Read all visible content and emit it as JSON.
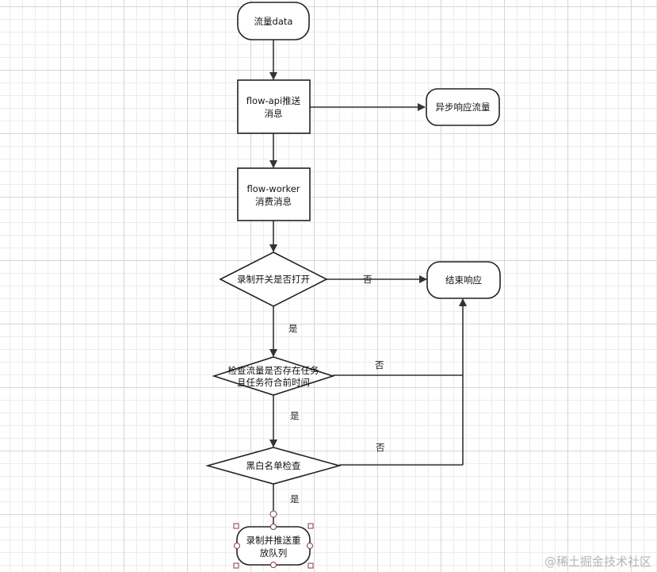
{
  "diagram": {
    "nodes": {
      "start": "流量data",
      "flow_api": [
        "flow-api推送",
        "消息"
      ],
      "async_response": "异步响应流量",
      "flow_worker": [
        "flow-worker",
        "消费消息"
      ],
      "record_switch": "录制开关是否打开",
      "end_response": "结束响应",
      "check_traffic": [
        "检查流量是否存在任务",
        "且任务符合前时间"
      ],
      "blackwhite_check": "黑白名单检查",
      "record_push": [
        "录制并推送重",
        "放队列"
      ]
    },
    "edge_labels": {
      "switch_no": "否",
      "switch_yes": "是",
      "check_no": "否",
      "check_yes": "是",
      "list_no": "否",
      "list_yes": "是"
    }
  },
  "watermark": "@稀土掘金技术社区"
}
